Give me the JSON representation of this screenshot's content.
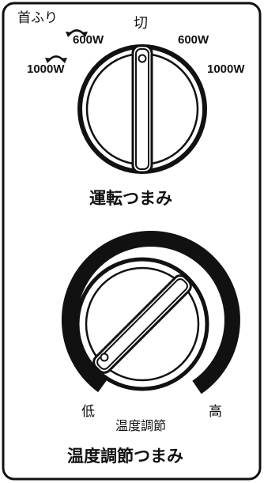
{
  "operation_knob": {
    "mode_label": "首ふり",
    "left_outer_label": "1000W",
    "left_inner_label": "600W",
    "off_label": "切",
    "right_inner_label": "600W",
    "right_outer_label": "1000W",
    "title": "運転つまみ"
  },
  "temperature_knob": {
    "low_label": "低",
    "high_label": "高",
    "center_label": "温度調節",
    "title": "温度調節つまみ"
  },
  "colors": {
    "ink": "#111111",
    "background": "#ffffff",
    "knob_face": "#ffffff"
  }
}
